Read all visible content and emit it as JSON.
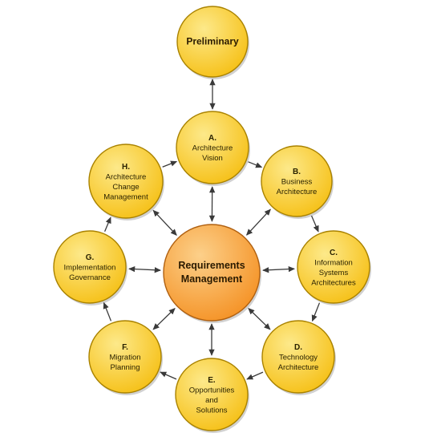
{
  "colors": {
    "node_fill": "#f6c21c",
    "node_highlight": "#fde98a",
    "node_stroke": "#a98200",
    "center_fill": "#f5952a",
    "center_highlight": "#fcd08a",
    "center_stroke": "#b06010",
    "arrow": "#3a3a3a"
  },
  "nodes": {
    "preliminary": {
      "lines": [
        "Preliminary"
      ]
    },
    "a": {
      "lines": [
        "A.",
        "Architecture",
        "Vision"
      ]
    },
    "b": {
      "lines": [
        "B.",
        "Business",
        "Architecture"
      ]
    },
    "c": {
      "lines": [
        "C.",
        "Information",
        "Systems",
        "Architectures"
      ]
    },
    "d": {
      "lines": [
        "D.",
        "Technology",
        "Architecture"
      ]
    },
    "e": {
      "lines": [
        "E.",
        "Opportunities",
        "and",
        "Solutions"
      ]
    },
    "f": {
      "lines": [
        "F.",
        "Migration",
        "Planning"
      ]
    },
    "g": {
      "lines": [
        "G.",
        "Implementation",
        "Governance"
      ]
    },
    "h": {
      "lines": [
        "H.",
        "Architecture",
        "Change",
        "Management"
      ]
    },
    "center": {
      "lines": [
        "Requirements",
        "Management"
      ]
    }
  }
}
